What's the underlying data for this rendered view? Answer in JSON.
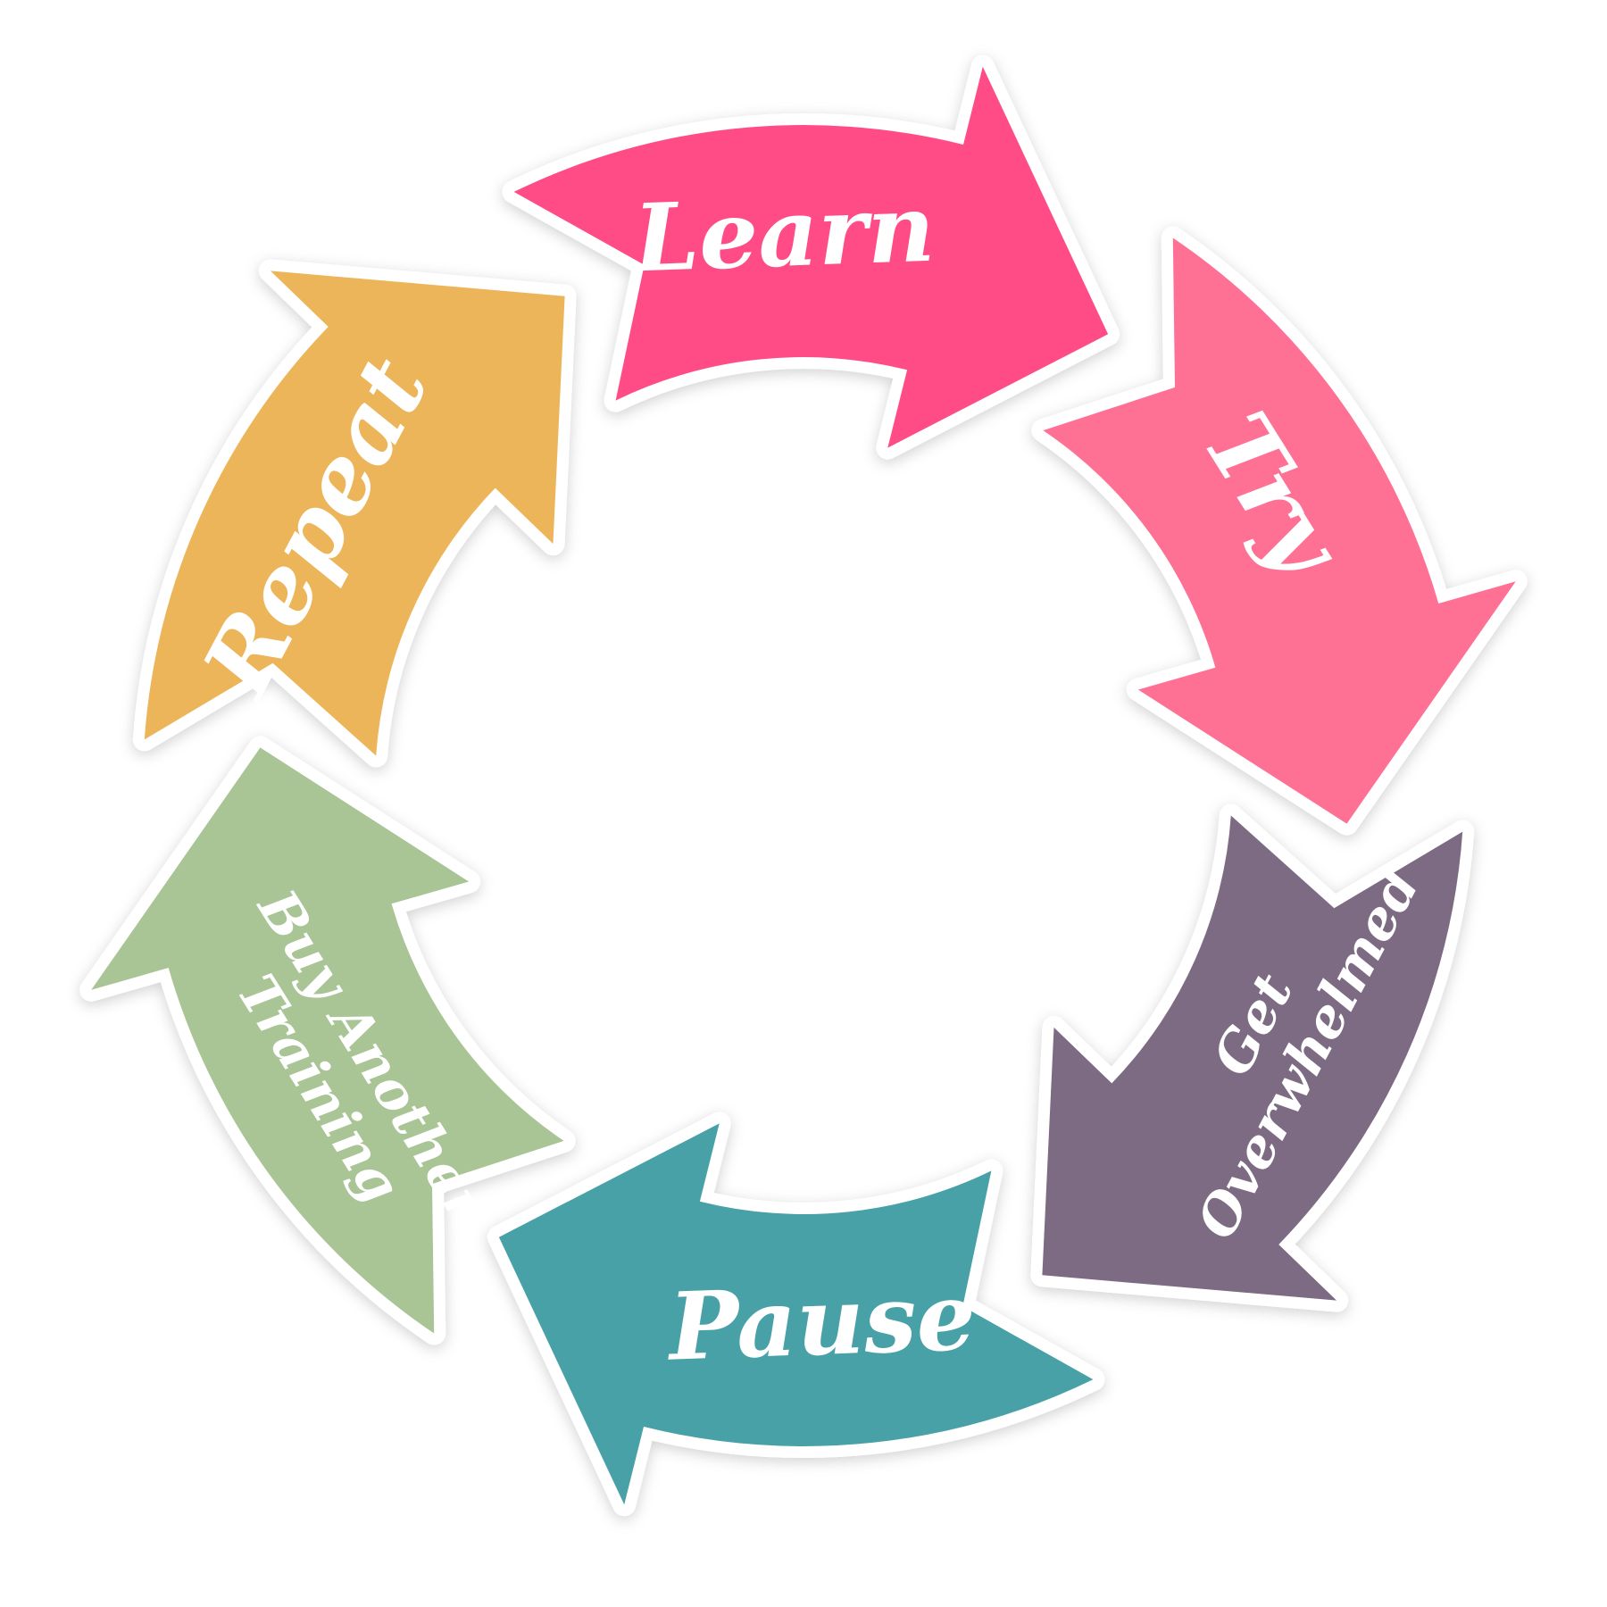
{
  "diagram": {
    "steps": [
      {
        "id": "learn",
        "lines": [
          "Learn"
        ],
        "color": "#FF4C86"
      },
      {
        "id": "try",
        "lines": [
          "Try"
        ],
        "color": "#FF7194"
      },
      {
        "id": "overwhelmed",
        "lines": [
          "Get",
          "Overwhelmed"
        ],
        "color": "#7D6B84"
      },
      {
        "id": "pause",
        "lines": [
          "Pause"
        ],
        "color": "#49A1A8"
      },
      {
        "id": "buy",
        "lines": [
          "Buy Another",
          "Training"
        ],
        "color": "#A9C495"
      },
      {
        "id": "repeat",
        "lines": [
          "Repeat"
        ],
        "color": "#EDB55A"
      }
    ]
  }
}
